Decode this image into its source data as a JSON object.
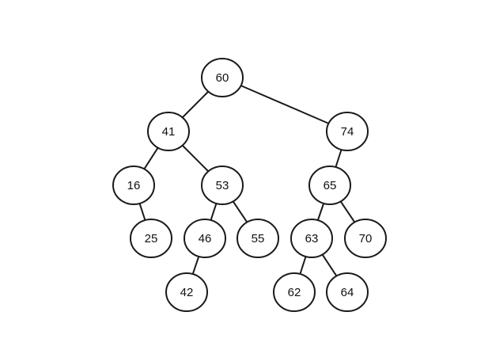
{
  "diagram": {
    "type": "binary-tree",
    "colors": {
      "stroke": "#1a1a1a",
      "fill": "#ffffff",
      "text": "#111111"
    },
    "nodes": [
      {
        "id": "n60",
        "label": "60"
      },
      {
        "id": "n41",
        "label": "41"
      },
      {
        "id": "n74",
        "label": "74"
      },
      {
        "id": "n16",
        "label": "16"
      },
      {
        "id": "n53",
        "label": "53"
      },
      {
        "id": "n65",
        "label": "65"
      },
      {
        "id": "n25",
        "label": "25"
      },
      {
        "id": "n46",
        "label": "46"
      },
      {
        "id": "n55",
        "label": "55"
      },
      {
        "id": "n63",
        "label": "63"
      },
      {
        "id": "n70",
        "label": "70"
      },
      {
        "id": "n42",
        "label": "42"
      },
      {
        "id": "n62",
        "label": "62"
      },
      {
        "id": "n64",
        "label": "64"
      }
    ],
    "edges": [
      {
        "from": "n60",
        "to": "n41"
      },
      {
        "from": "n60",
        "to": "n74"
      },
      {
        "from": "n41",
        "to": "n16"
      },
      {
        "from": "n41",
        "to": "n53"
      },
      {
        "from": "n74",
        "to": "n65"
      },
      {
        "from": "n16",
        "to": "n25"
      },
      {
        "from": "n53",
        "to": "n46"
      },
      {
        "from": "n53",
        "to": "n55"
      },
      {
        "from": "n65",
        "to": "n63"
      },
      {
        "from": "n65",
        "to": "n70"
      },
      {
        "from": "n46",
        "to": "n42"
      },
      {
        "from": "n63",
        "to": "n62"
      },
      {
        "from": "n63",
        "to": "n64"
      }
    ]
  }
}
